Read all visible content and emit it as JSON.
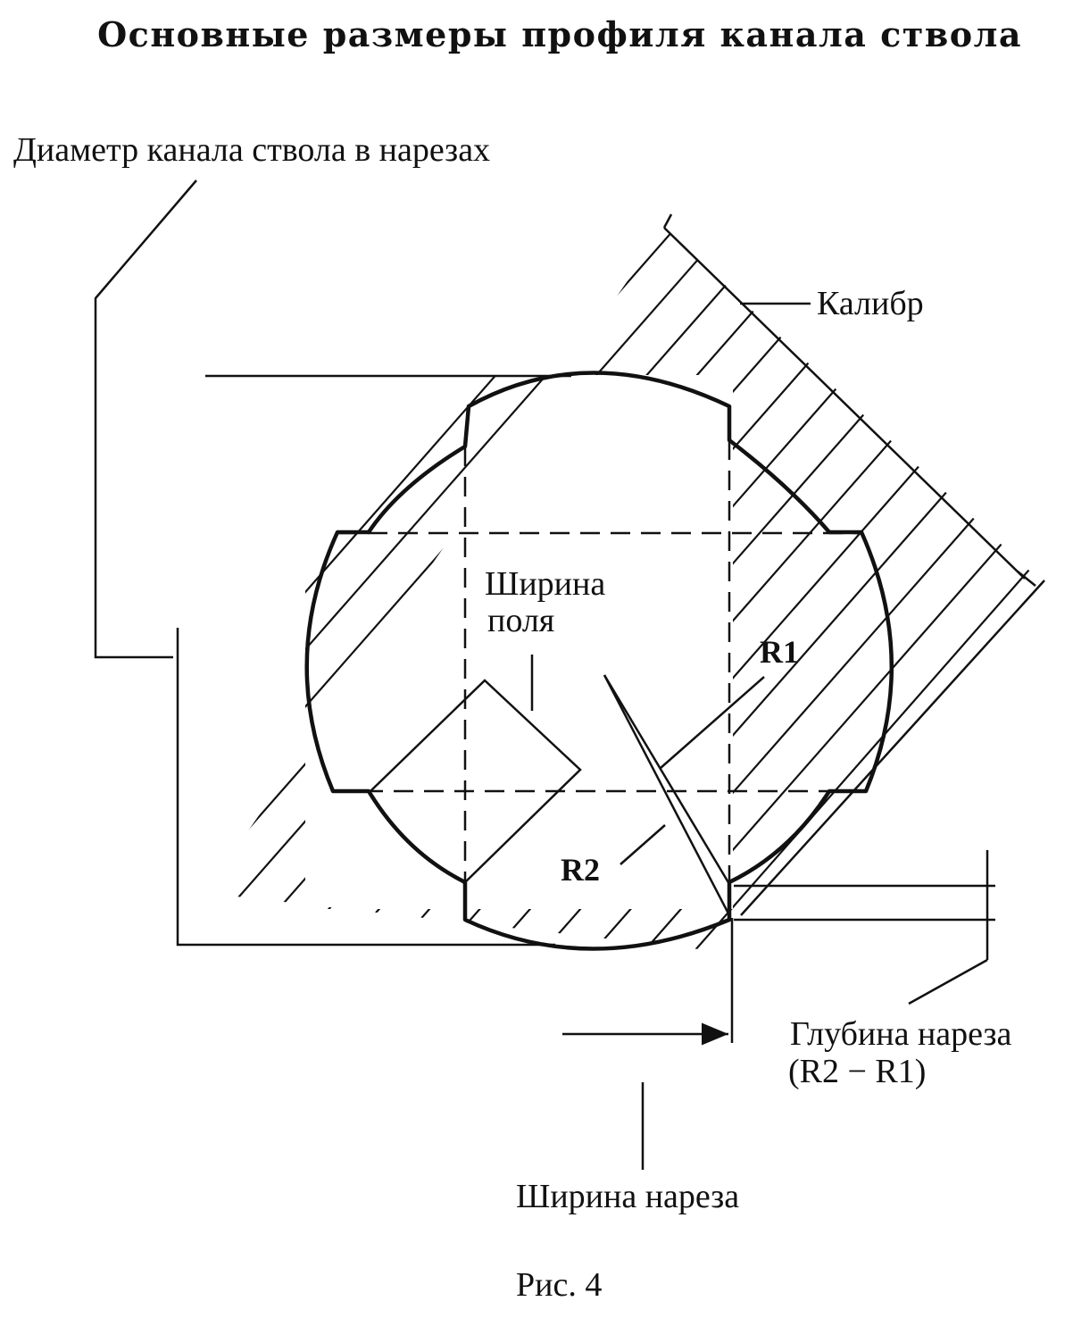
{
  "title": "Основные размеры профиля канала ствола",
  "labels": {
    "bore_diameter_grooves": "Диаметр канала ствола в нарезах",
    "caliber": "Калибр",
    "land_width_line1": "Ширина",
    "land_width_line2": "поля",
    "r1": "R1",
    "r2": "R2",
    "groove_depth_line1": "Глубина нареза",
    "groove_depth_line2": "(R2 − R1)",
    "groove_width": "Ширина нареза"
  },
  "caption": "Рис. 4",
  "colors": {
    "ink": "#111111",
    "background": "#ffffff"
  }
}
